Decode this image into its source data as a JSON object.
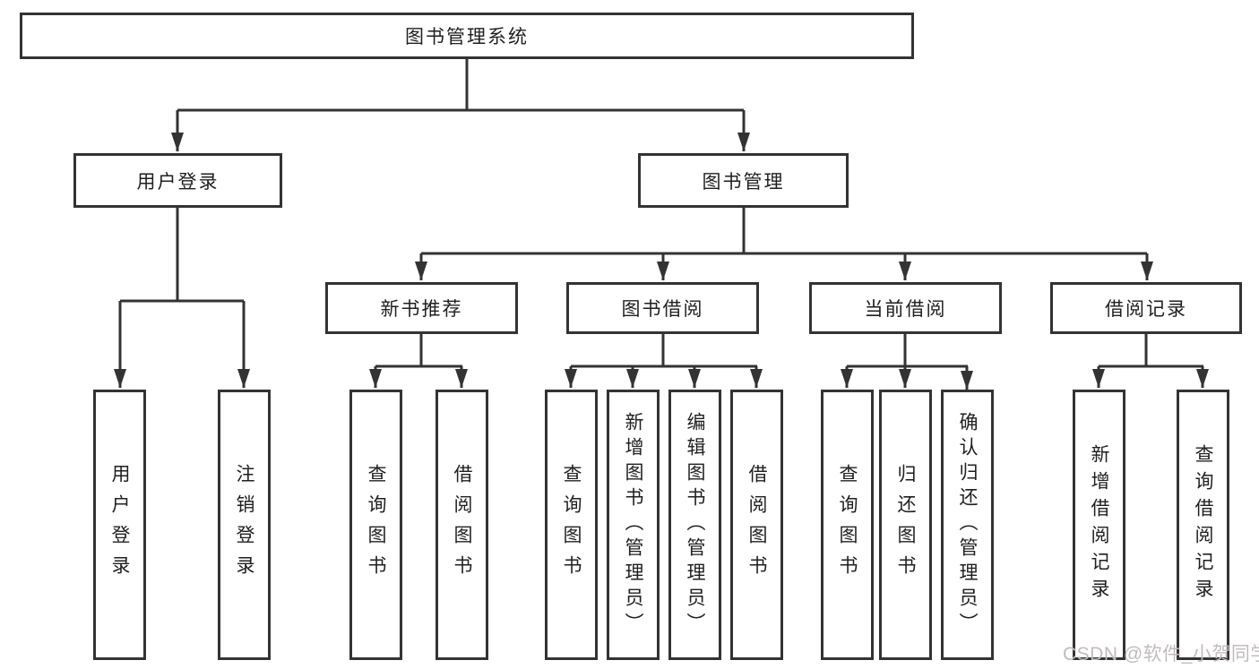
{
  "diagram_title": "图书管理系统",
  "tree": {
    "label": "图书管理系统",
    "children": [
      {
        "label": "用户登录",
        "children": [
          {
            "label": "用户登录"
          },
          {
            "label": "注销登录"
          }
        ]
      },
      {
        "label": "图书管理",
        "children": [
          {
            "label": "新书推荐",
            "children": [
              {
                "label": "查询图书"
              },
              {
                "label": "借阅图书"
              }
            ]
          },
          {
            "label": "图书借阅",
            "children": [
              {
                "label": "查询图书"
              },
              {
                "label": "新增图书（管理员）"
              },
              {
                "label": "编辑图书（管理员）"
              },
              {
                "label": "借阅图书"
              }
            ]
          },
          {
            "label": "当前借阅",
            "children": [
              {
                "label": "查询图书"
              },
              {
                "label": "归还图书"
              },
              {
                "label": "确认归还（管理员）"
              }
            ]
          },
          {
            "label": "借阅记录",
            "children": [
              {
                "label": "新增借阅记录"
              },
              {
                "label": "查询借阅记录"
              }
            ]
          }
        ]
      }
    ]
  },
  "watermark": "CSDN @软件_小贺同学",
  "colors": {
    "line": "#333333",
    "text": "#1f1f1f",
    "background": "#ffffff",
    "watermark": "#c3bbbb"
  }
}
